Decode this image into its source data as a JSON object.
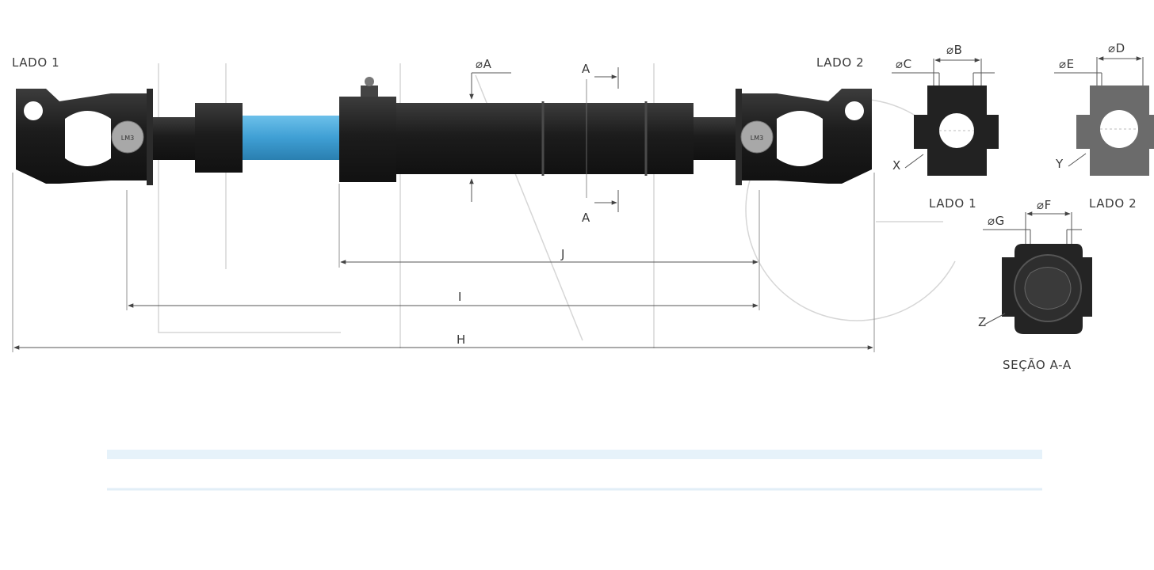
{
  "labels": {
    "side1": "LADO 1",
    "side2": "LADO 2",
    "dimA": "⌀A",
    "sectionMarkTop": "A",
    "sectionMarkBottom": "A",
    "dimB": "⌀B",
    "dimC": "⌀C",
    "dimD": "⌀D",
    "dimE": "⌀E",
    "dimF": "⌀F",
    "dimG": "⌀G",
    "dimH": "H",
    "dimI": "I",
    "dimJ": "J",
    "markX": "X",
    "markY": "Y",
    "markZ": "Z",
    "viewSide1": "LADO 1",
    "viewSide2": "LADO 2",
    "sectionTitle": "SEÇÃO A-A",
    "hubLeft": "LM3",
    "hubRight": "LM3"
  },
  "colors": {
    "metal": "#1e1e1e",
    "metalLight": "#3a3a3a",
    "tubeBlue": "#3f9fd4",
    "side2Grey": "#6b6b6b",
    "hub": "#a8a8a8"
  }
}
